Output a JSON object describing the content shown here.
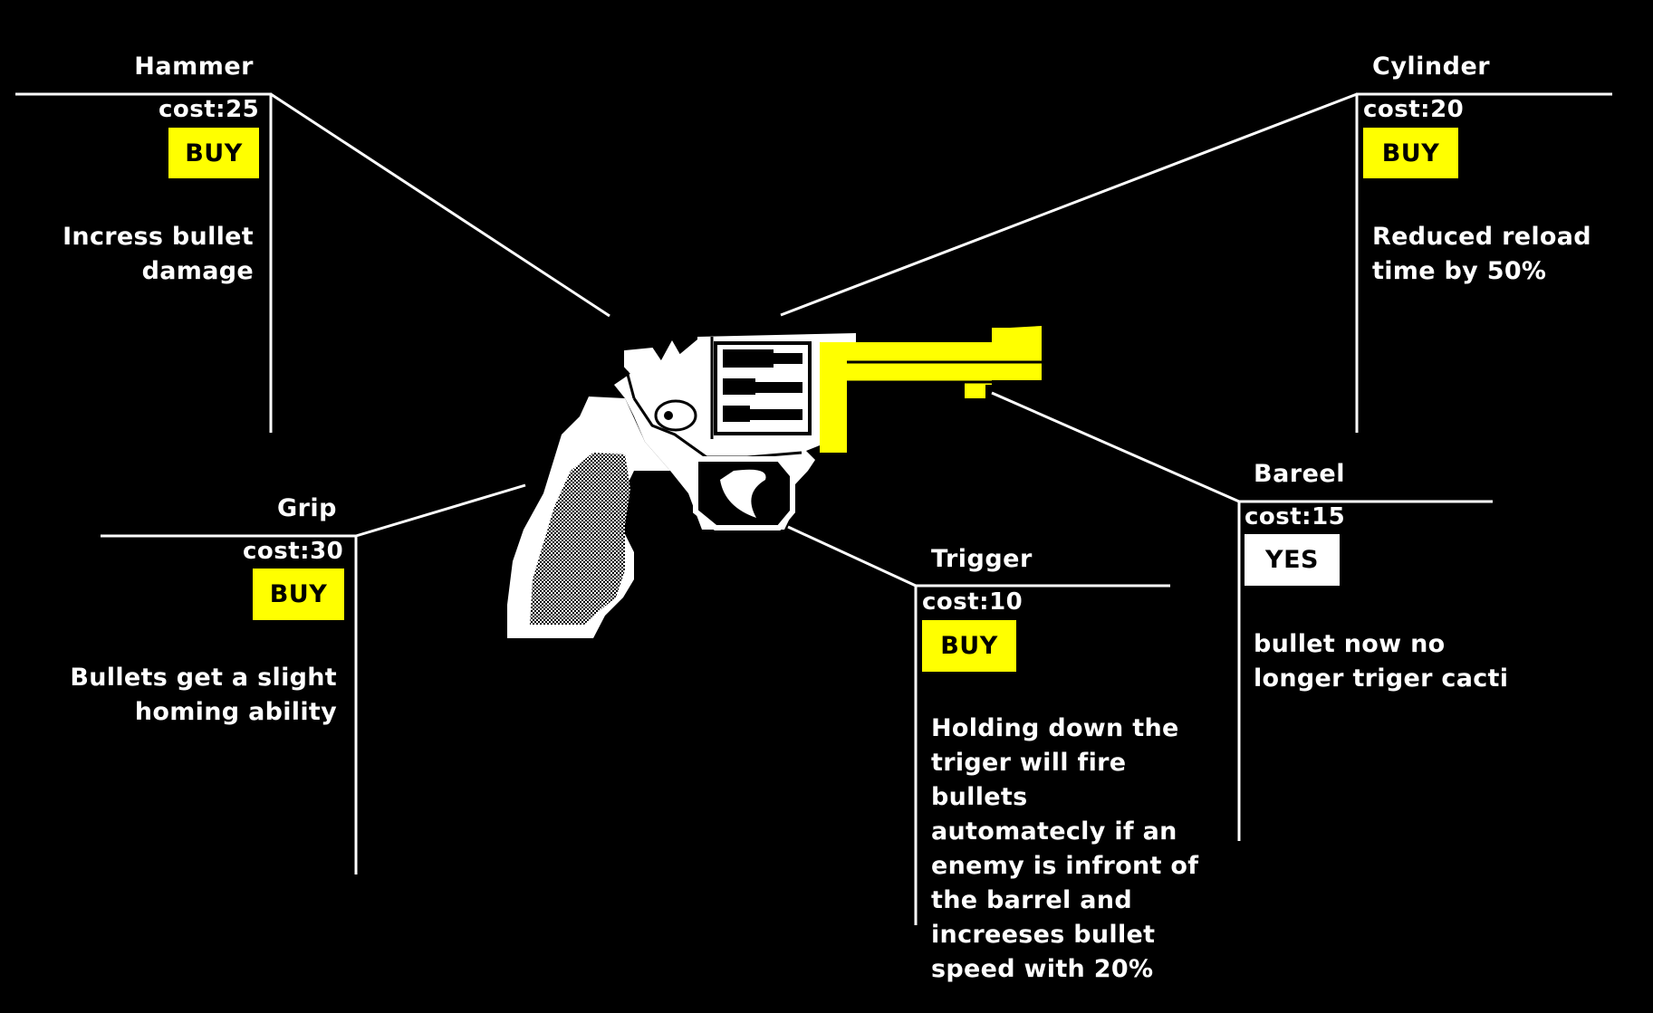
{
  "colors": {
    "background": "#000000",
    "accent": "#ffff00",
    "owned": "#ffffff",
    "text": "#ffffff"
  },
  "upgrades": {
    "hammer": {
      "title": "Hammer",
      "cost": "cost:25",
      "button": "BUY",
      "description": [
        "Incress bullet",
        "damage"
      ]
    },
    "cylinder": {
      "title": "Cylinder",
      "cost": "cost:20",
      "button": "BUY",
      "description": [
        "Reduced reload",
        "time by 50%"
      ]
    },
    "grip": {
      "title": "Grip",
      "cost": "cost:30",
      "button": "BUY",
      "description": [
        "Bullets get a slight",
        "homing ability"
      ]
    },
    "trigger": {
      "title": "Trigger",
      "cost": "cost:10",
      "button": "BUY",
      "description": [
        "Holding down the",
        "triger will fire",
        "bullets",
        "automatecly if an",
        "enemy is infront of",
        "the barrel and",
        "increeses bullet",
        "speed with 20%"
      ]
    },
    "barrel": {
      "title": "Bareel",
      "cost": "cost:15",
      "button": "YES",
      "description": [
        "bullet now no",
        "longer triger cacti"
      ]
    }
  }
}
